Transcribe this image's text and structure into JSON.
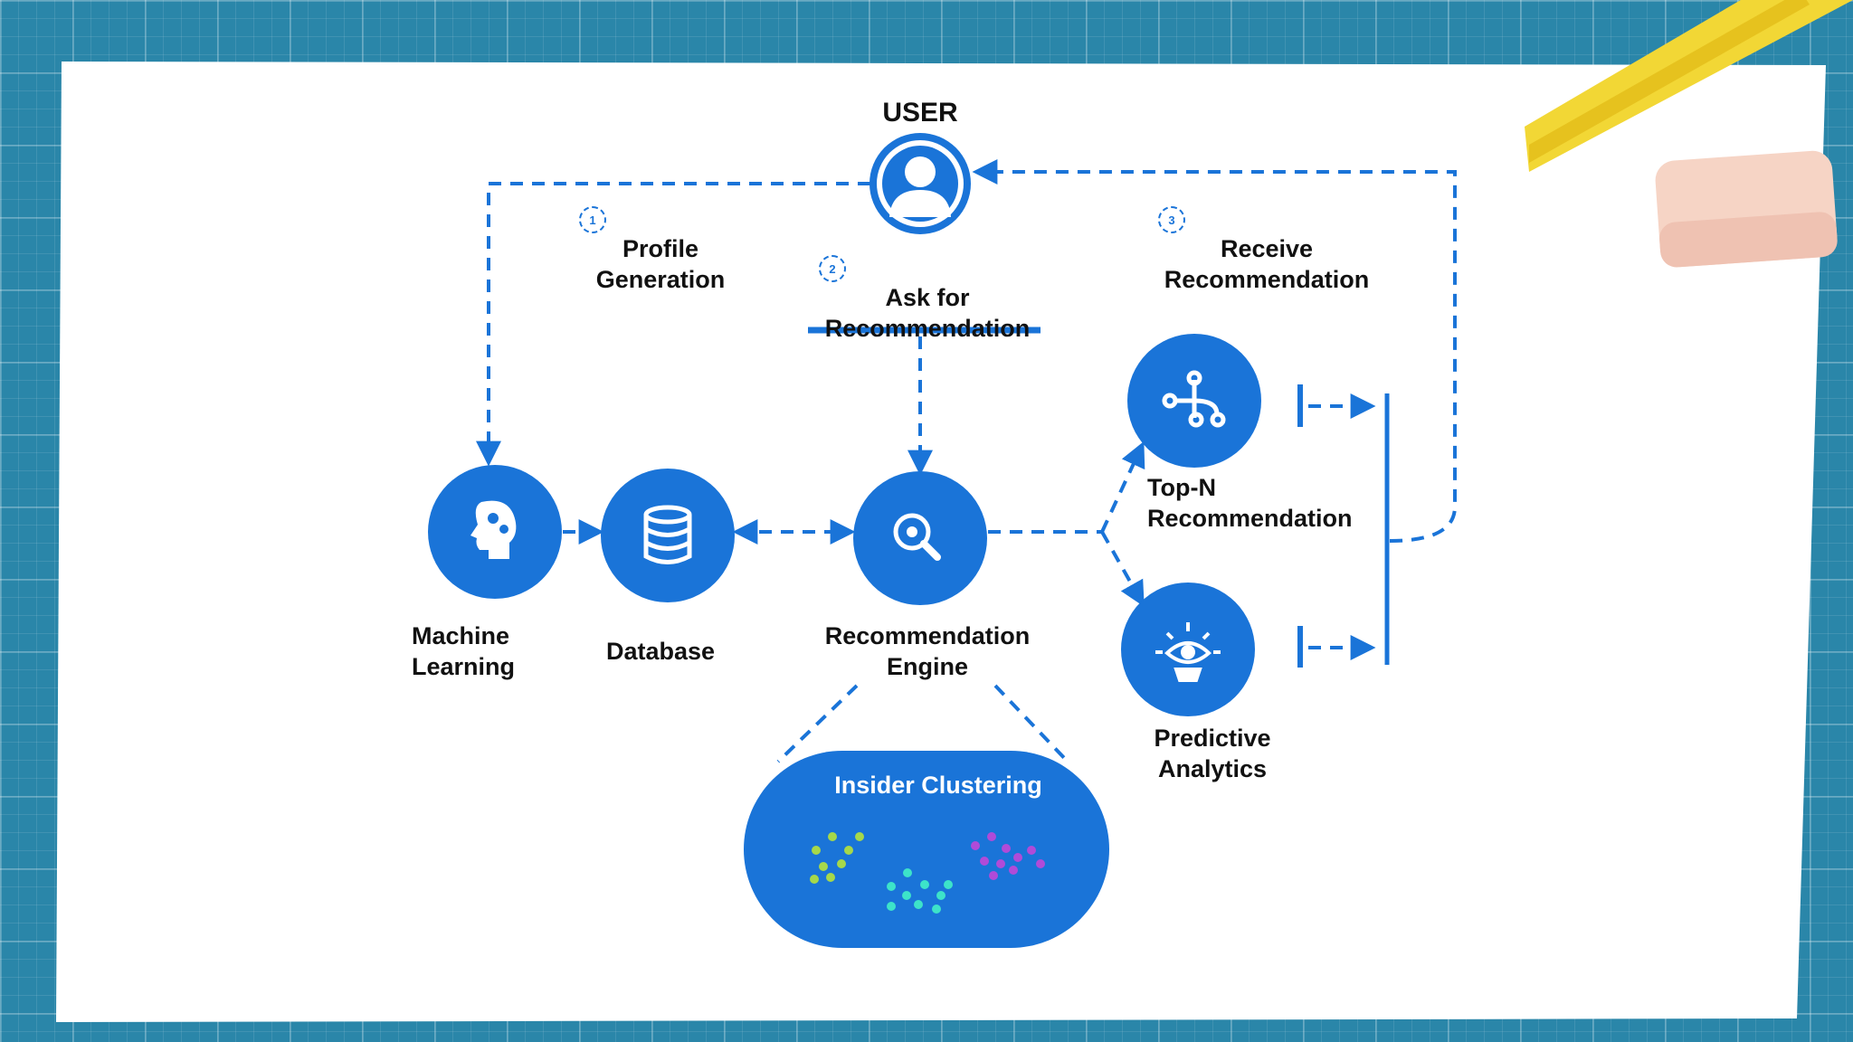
{
  "diagram": {
    "user_title": "USER",
    "steps": [
      {
        "num": "1",
        "line1": "Profile",
        "line2": "Generation"
      },
      {
        "num": "2",
        "line1": "Ask for",
        "line2": "Recommendation"
      },
      {
        "num": "3",
        "line1": "Receive",
        "line2": "Recommendation"
      }
    ],
    "nodes": {
      "machine_learning": {
        "line1": "Machine",
        "line2": "Learning",
        "icon": "brain-gears-icon"
      },
      "database": {
        "label": "Database",
        "icon": "database-icon"
      },
      "engine": {
        "line1": "Recommendation",
        "line2": "Engine",
        "icon": "magnifier-gear-icon"
      },
      "top_n": {
        "line1": "Top-N",
        "line2": "Recommendation",
        "icon": "network-nodes-icon"
      },
      "predictive": {
        "line1": "Predictive",
        "line2": "Analytics",
        "icon": "eye-bulb-icon"
      }
    },
    "cluster_title": "Insider Clustering",
    "colors": {
      "primary": "#1a74d8",
      "background": "#2a86a9",
      "paper": "#ffffff",
      "cluster_green": "#a6d84a",
      "cluster_cyan": "#3de3c9",
      "cluster_purple": "#b04bd8"
    }
  }
}
